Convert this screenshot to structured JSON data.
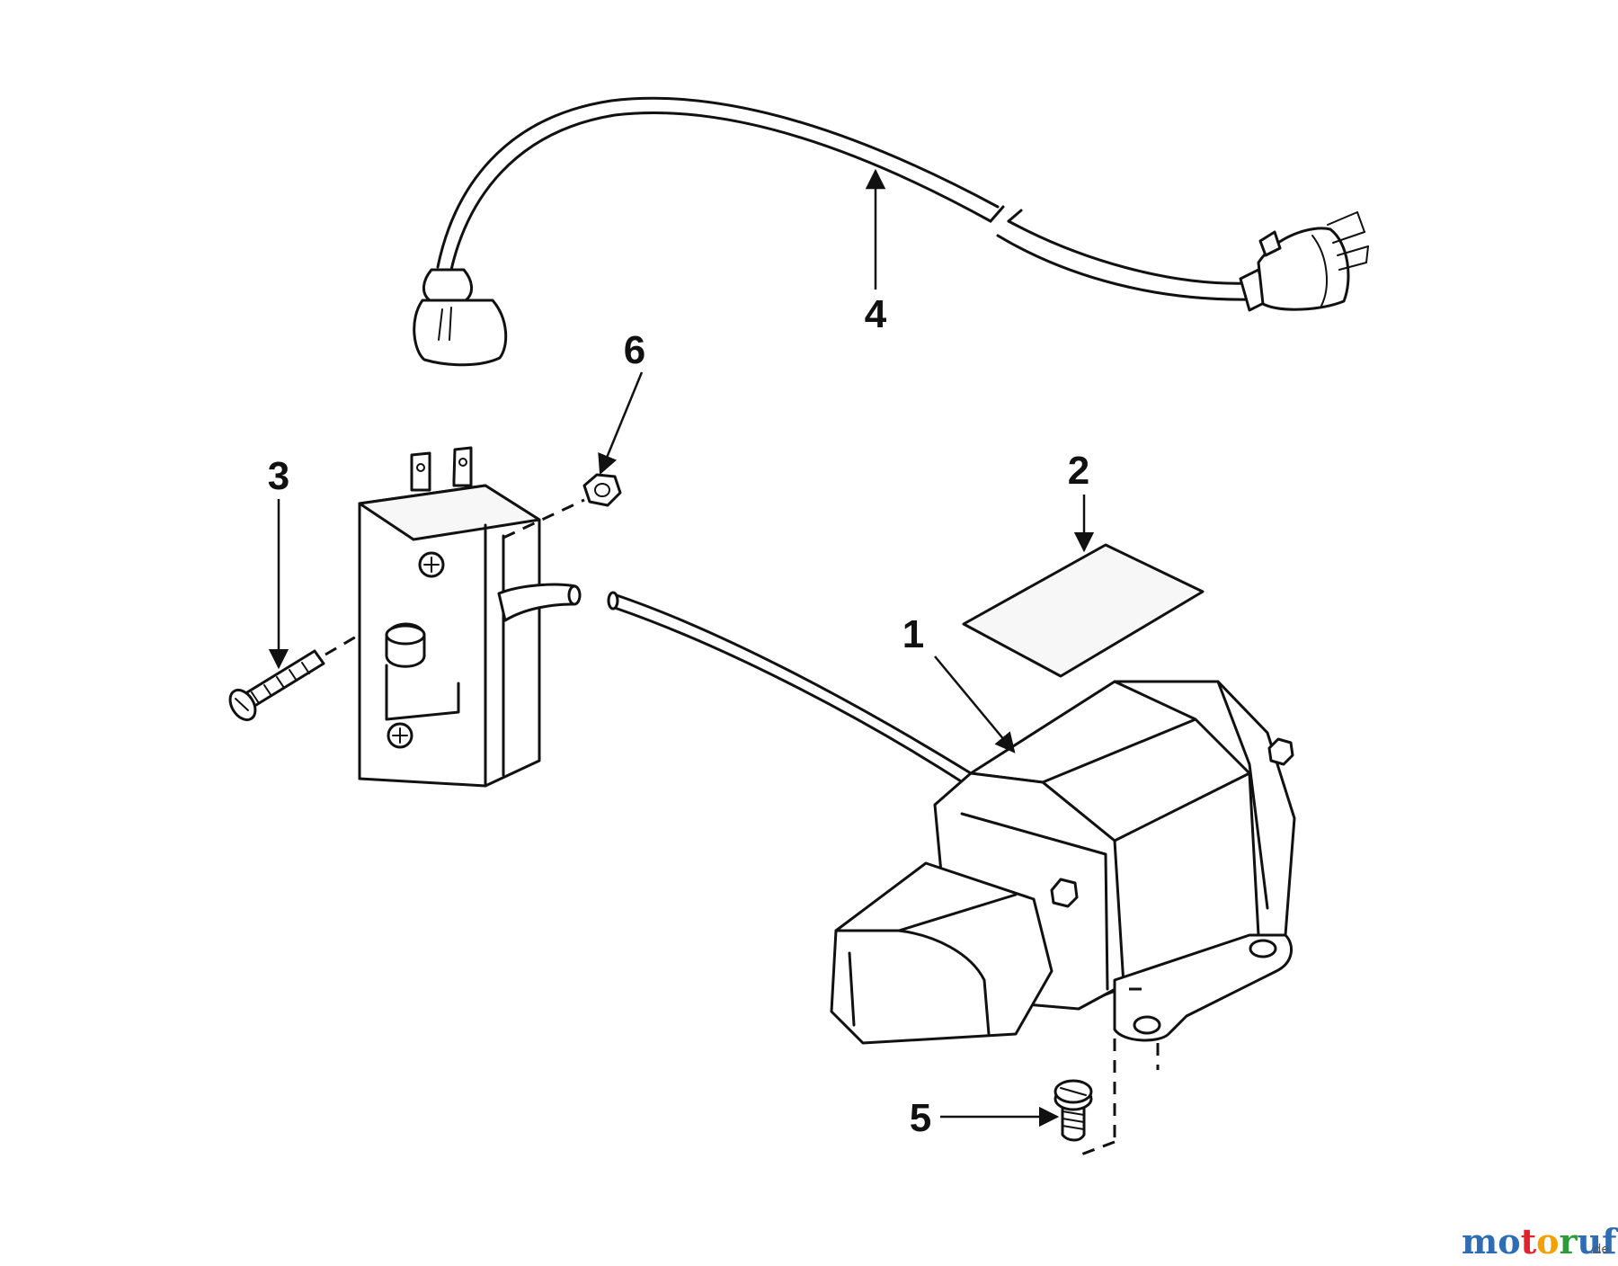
{
  "callouts": {
    "part_1": "1",
    "part_2": "2",
    "part_3": "3",
    "part_4": "4",
    "part_5": "5",
    "part_6": "6"
  },
  "watermark": {
    "letters": [
      "m",
      "o",
      "t",
      "o",
      "r",
      "u",
      "f"
    ],
    "letter_colors": [
      "#2e6db4",
      "#2e6db4",
      "#e0232a",
      "#f2a100",
      "#2f9a3a",
      "#2e6db4",
      "#2e6db4"
    ],
    "suffix": ".de"
  }
}
